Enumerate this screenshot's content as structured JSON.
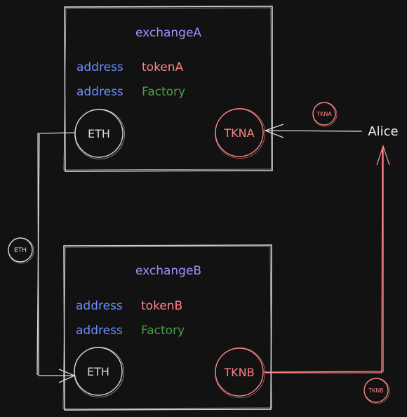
{
  "exchangeA": {
    "title": "exchangeA",
    "fields": [
      {
        "keyword": "address",
        "value": "tokenA"
      },
      {
        "keyword": "address",
        "value": "Factory"
      }
    ],
    "eth_label": "ETH",
    "token_label": "TKNA"
  },
  "exchangeB": {
    "title": "exchangeB",
    "fields": [
      {
        "keyword": "address",
        "value": "tokenB"
      },
      {
        "keyword": "address",
        "value": "Factory"
      }
    ],
    "eth_label": "ETH",
    "token_label": "TKNB"
  },
  "alice": {
    "label": "Alice"
  },
  "badges": {
    "tkna_in_transit": "TKNA",
    "eth_in_transit": "ETH",
    "tknb_in_transit": "TKNB"
  },
  "colors": {
    "background": "#121212",
    "title": "#a98bff",
    "keyword": "#6b8cff",
    "token": "#ff8383",
    "factory": "#47a04a",
    "stroke": "#d8d8d8"
  }
}
